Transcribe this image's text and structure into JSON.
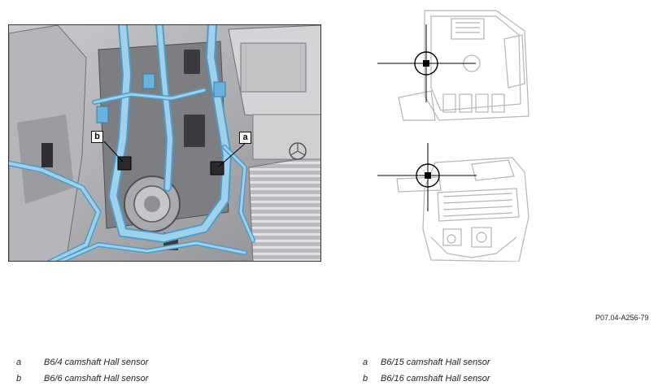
{
  "figure": {
    "code": "P07.04-A256-79",
    "callouts": {
      "a": "a",
      "b": "b"
    }
  },
  "legend": {
    "left": [
      {
        "key": "a",
        "text": "B6/4 camshaft Hall sensor"
      },
      {
        "key": "b",
        "text": "B6/6 camshaft Hall sensor"
      }
    ],
    "right": [
      {
        "key": "a",
        "text": "B6/15 camshaft Hall sensor"
      },
      {
        "key": "b",
        "text": "B6/16 camshaft Hall sensor"
      }
    ]
  },
  "colors": {
    "harness": "#9fd0ec",
    "harness_edge": "#4f9cc8",
    "engine": "#8e9094",
    "engine_light": "#d8d9db",
    "sensor": "#2a2a2a"
  }
}
